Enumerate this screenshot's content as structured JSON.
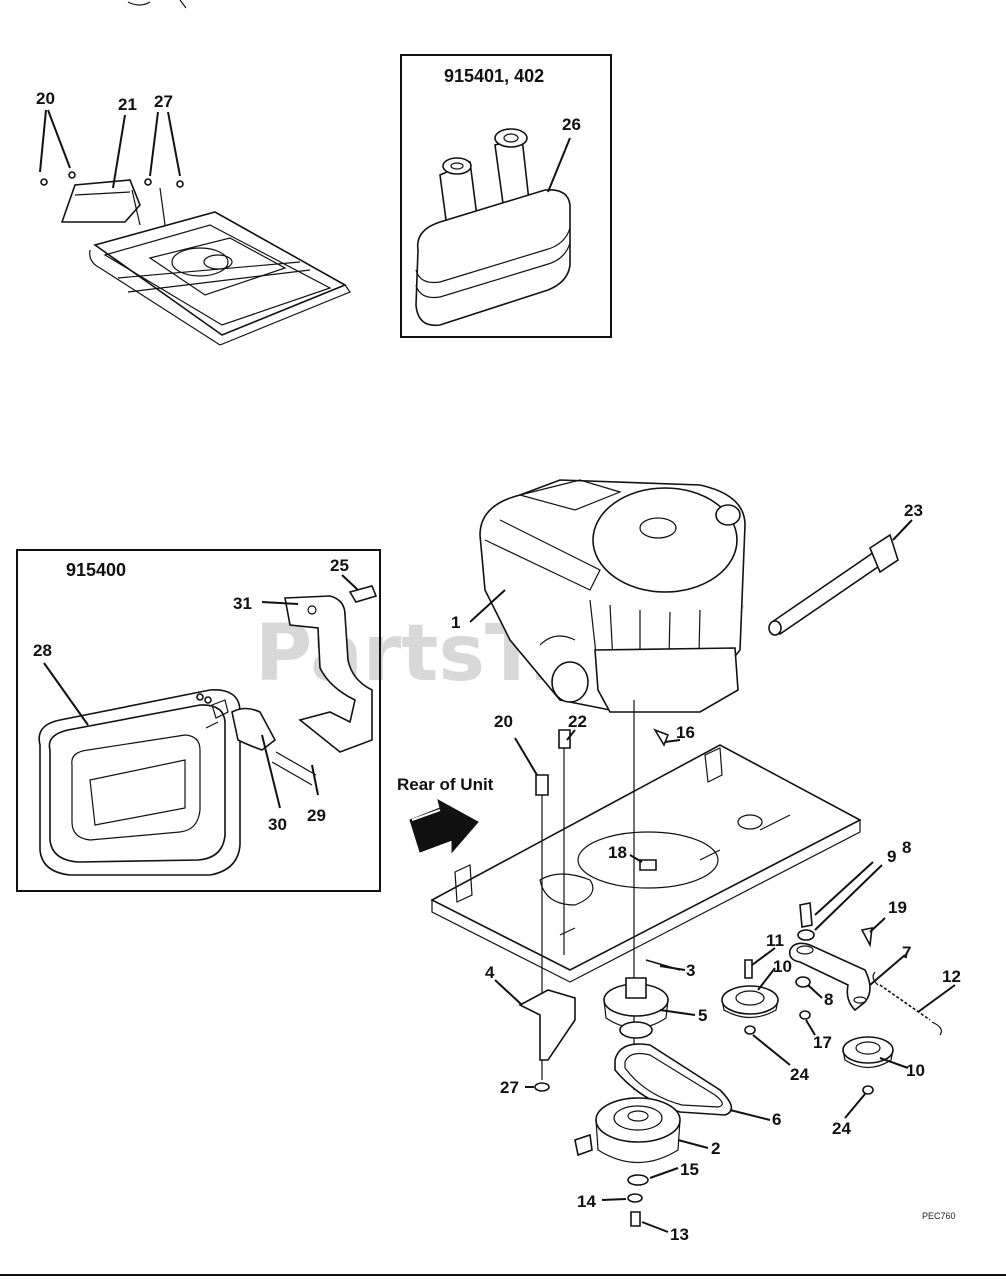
{
  "diagram": {
    "boxes": [
      {
        "id": "muffler-915401",
        "title": "915401, 402"
      },
      {
        "id": "muffler-915400",
        "title": "915400"
      }
    ],
    "direction_label": "Rear of Unit",
    "watermark": "PartsTree",
    "trademark": "™",
    "drawing_code": "PEC760",
    "callouts": [
      {
        "id": "c20a",
        "text": "20"
      },
      {
        "id": "c21",
        "text": "21"
      },
      {
        "id": "c27a",
        "text": "27"
      },
      {
        "id": "c26",
        "text": "26"
      },
      {
        "id": "c23",
        "text": "23"
      },
      {
        "id": "c25",
        "text": "25"
      },
      {
        "id": "c31",
        "text": "31"
      },
      {
        "id": "c28",
        "text": "28"
      },
      {
        "id": "c1",
        "text": "1"
      },
      {
        "id": "c30",
        "text": "30"
      },
      {
        "id": "c29",
        "text": "29"
      },
      {
        "id": "c20b",
        "text": "20"
      },
      {
        "id": "c22",
        "text": "22"
      },
      {
        "id": "c16",
        "text": "16"
      },
      {
        "id": "c9",
        "text": "9"
      },
      {
        "id": "c8a",
        "text": "8"
      },
      {
        "id": "c18",
        "text": "18"
      },
      {
        "id": "c19",
        "text": "19"
      },
      {
        "id": "c11",
        "text": "11"
      },
      {
        "id": "c7",
        "text": "7"
      },
      {
        "id": "c10a",
        "text": "10"
      },
      {
        "id": "c12",
        "text": "12"
      },
      {
        "id": "c3",
        "text": "3"
      },
      {
        "id": "c8b",
        "text": "8"
      },
      {
        "id": "c4",
        "text": "4"
      },
      {
        "id": "c5",
        "text": "5"
      },
      {
        "id": "c17",
        "text": "17"
      },
      {
        "id": "c24a",
        "text": "24"
      },
      {
        "id": "c10b",
        "text": "10"
      },
      {
        "id": "c27b",
        "text": "27"
      },
      {
        "id": "c6",
        "text": "6"
      },
      {
        "id": "c24b",
        "text": "24"
      },
      {
        "id": "c2",
        "text": "2"
      },
      {
        "id": "c15",
        "text": "15"
      },
      {
        "id": "c14",
        "text": "14"
      },
      {
        "id": "c13",
        "text": "13"
      }
    ]
  }
}
